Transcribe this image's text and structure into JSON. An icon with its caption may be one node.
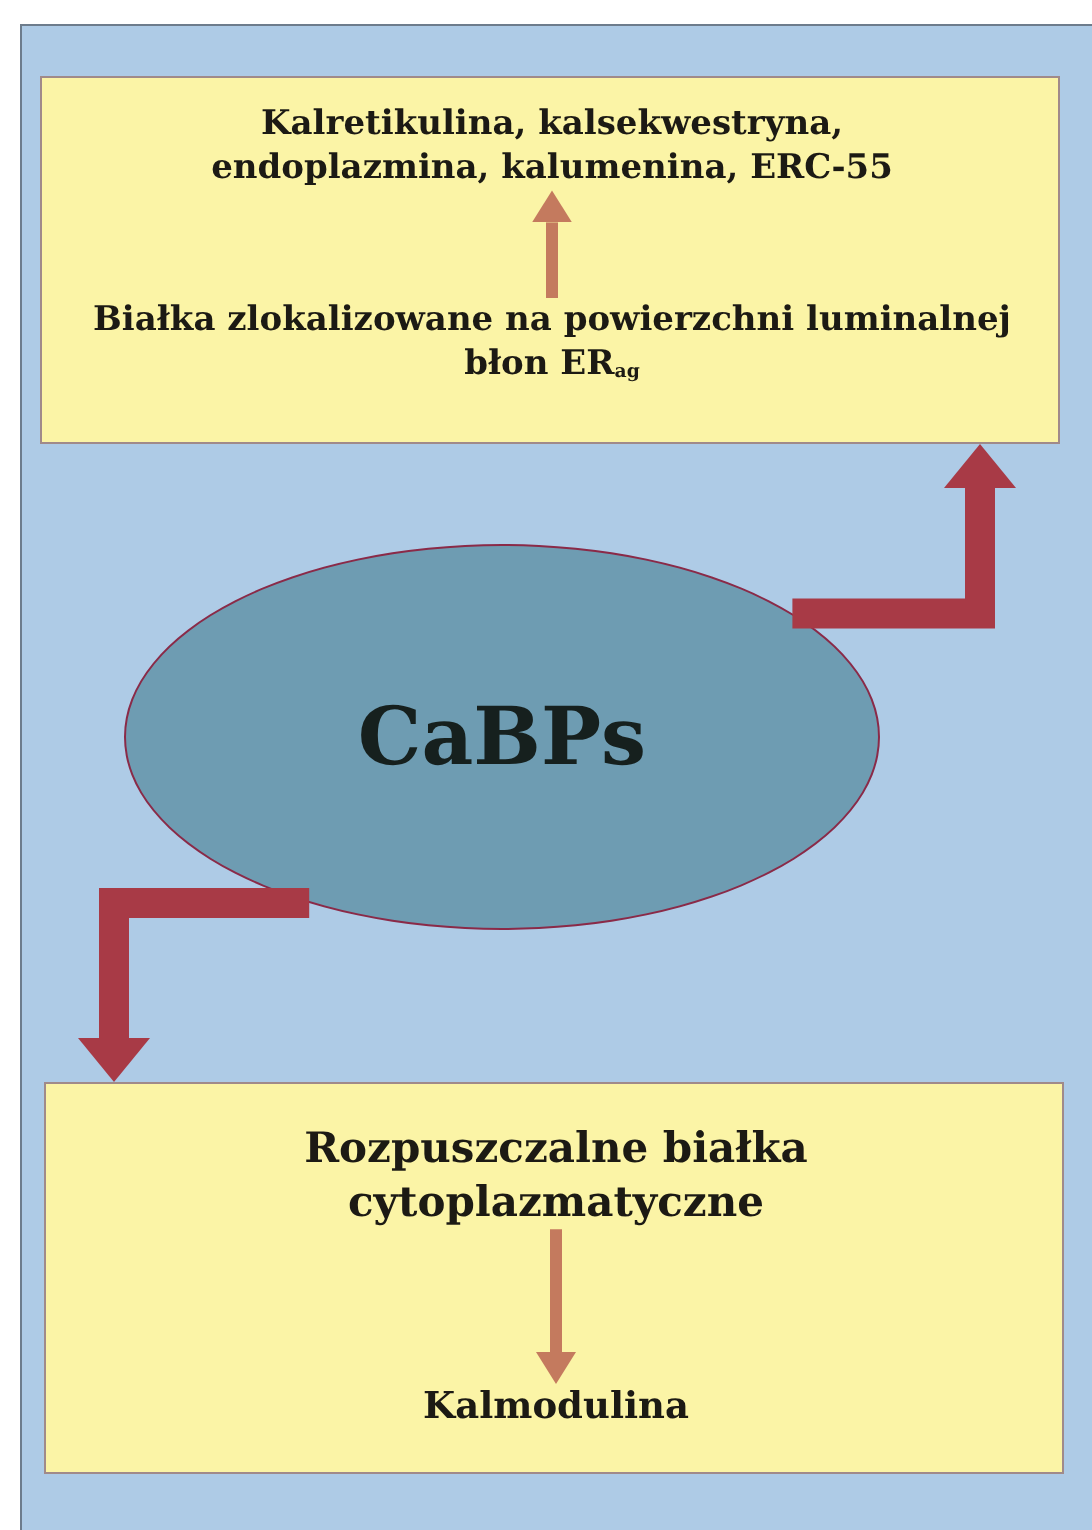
{
  "diagram": {
    "nodes": [
      {
        "text": [],
        "shape": "box"
      },
      {
        "text": [
          "Kalretikulina, kalsekwestryna, endoplazmina, kalumenina, ERC-55"
        ],
        "in": 0
      },
      {
        "text": [
          "Białka zlokalizowane na powierzchni luminalnej błon ER$_{ag}$"
        ],
        "in": 0
      },
      {
        "text": [
          "CaBPs"
        ]
      },
      {
        "text": [],
        "shape": "box"
      },
      {
        "text": [
          "Rozpuszczalne białka cytoplazmatyczne"
        ],
        "in": 4
      },
      {
        "text": [
          "Kalmodulina"
        ],
        "in": 4
      }
    ],
    "edges": [
      {
        "from": 2,
        "to": 1,
        "arrow": "to"
      },
      {
        "from": 3,
        "to": 0,
        "arrow": "to",
        "style": "thick",
        "color": "#a83a46"
      },
      {
        "from": 3,
        "to": 4,
        "arrow": "to",
        "style": "thick",
        "color": "#a83a46"
      },
      {
        "from": 5,
        "to": 6,
        "arrow": "to"
      }
    ]
  }
}
